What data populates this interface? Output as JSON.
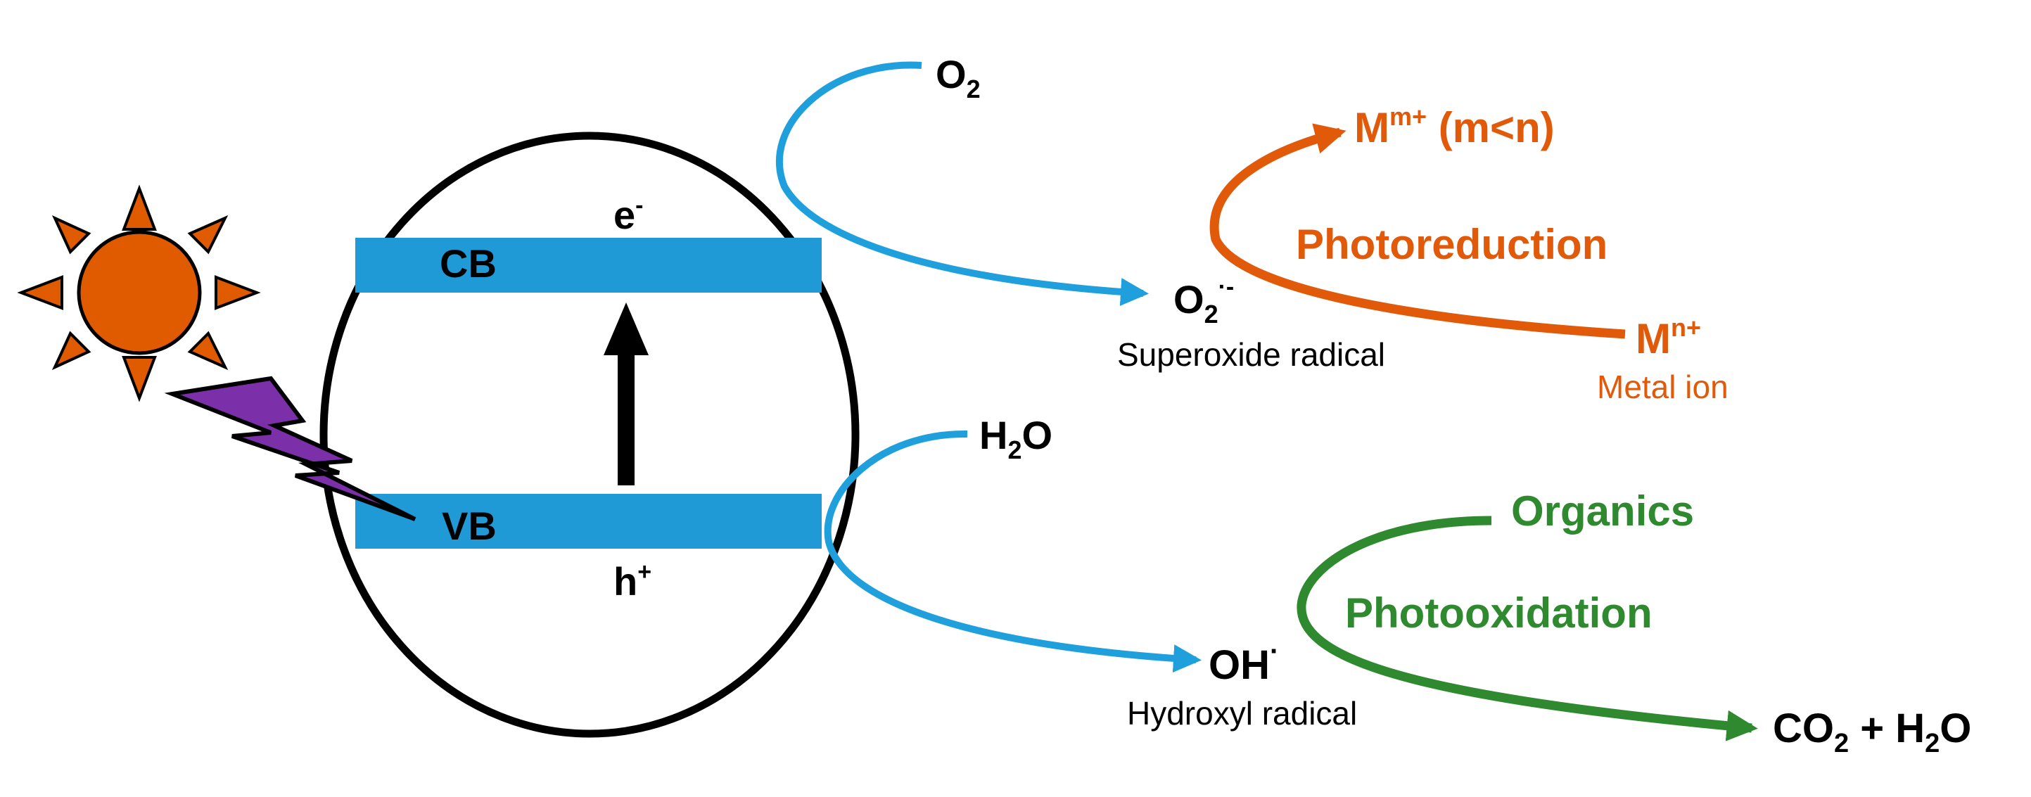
{
  "colors": {
    "band": "#1f9ad7",
    "blue_arrow": "#1fa0dc",
    "orange": "#e05a0a",
    "green": "#2f8a2f",
    "sun": "#e05a00",
    "lightning": "#7b2fa8",
    "black": "#000000"
  },
  "semiconductor": {
    "cb_label": "CB",
    "vb_label": "VB",
    "electron": {
      "base": "e",
      "sup": "-"
    },
    "hole": {
      "base": "h",
      "sup": "+"
    }
  },
  "reduction": {
    "reactant": {
      "base": "O",
      "sub": "2"
    },
    "product": {
      "base": "O",
      "sub": "2",
      "sup": "·-"
    },
    "product_name": "Superoxide radical",
    "process": "Photoreduction",
    "metal_start": {
      "base": "M",
      "sup": "n+"
    },
    "metal_start_name": "Metal ion",
    "metal_end": {
      "base": "M",
      "sup": "m+",
      "suffix": " (m<n)"
    }
  },
  "oxidation": {
    "reactant": {
      "base": "H",
      "sub": "2",
      "tail": "O"
    },
    "product": {
      "base": "OH",
      "sup": "·"
    },
    "product_name": "Hydroxyl radical",
    "process": "Photooxidation",
    "organic": "Organics",
    "final": {
      "p1": "CO",
      "sub1": "2",
      "p2": " + H",
      "sub2": "2",
      "p3": "O"
    }
  },
  "icons": [
    "sun-icon",
    "lightning-bolt-icon"
  ]
}
